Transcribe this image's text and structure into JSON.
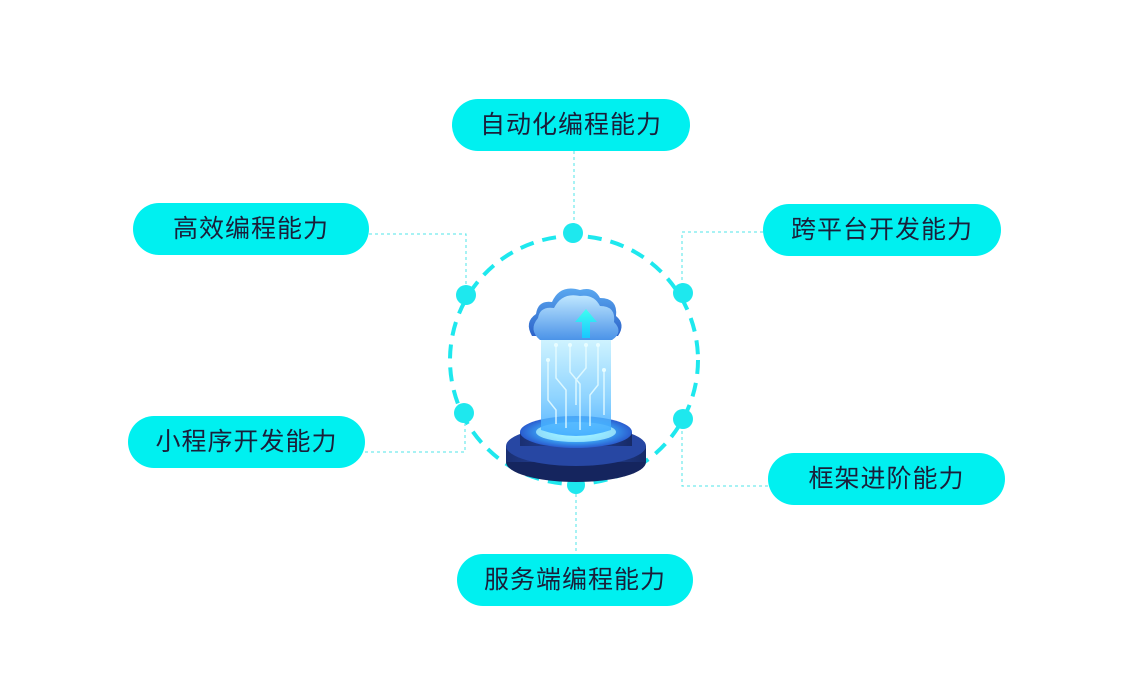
{
  "diagram": {
    "nodes": [
      {
        "id": "automation",
        "label": "自动化编程能力"
      },
      {
        "id": "efficient",
        "label": "高效编程能力"
      },
      {
        "id": "crossplatform",
        "label": "跨平台开发能力"
      },
      {
        "id": "miniprogram",
        "label": "小程序开发能力"
      },
      {
        "id": "framework",
        "label": "框架进阶能力"
      },
      {
        "id": "server",
        "label": "服务端编程能力"
      }
    ],
    "center_icon": "cloud-upload-pedestal-icon",
    "colors": {
      "pill": "#00f0f0",
      "text": "#1a1f3a",
      "ring": "#1ee8ee",
      "connector": "#4fe6ea",
      "cloud_light": "#9fd8ff",
      "cloud_dark": "#2a6fd8",
      "pedestal": "#1d3a86"
    }
  }
}
